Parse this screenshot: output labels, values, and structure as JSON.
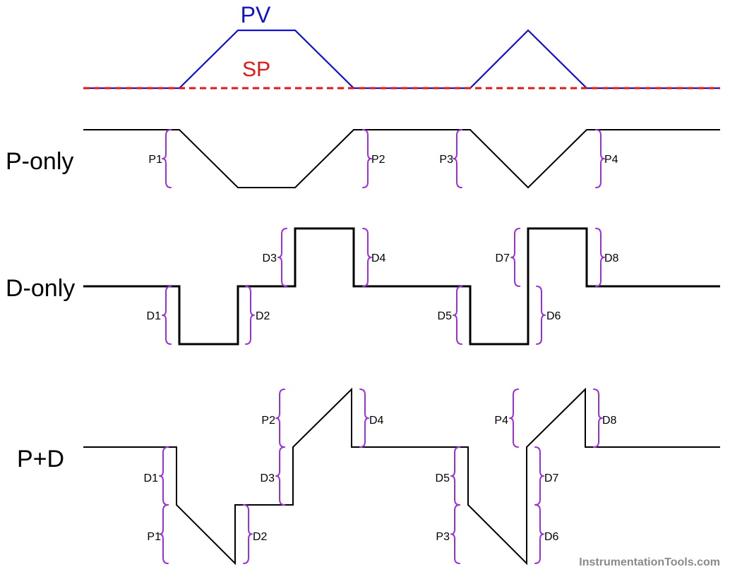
{
  "colors": {
    "pv": "#1010d0",
    "sp": "#e01818",
    "trace": "#000000",
    "brace": "#9b30d9",
    "watermark": "#8a8a8a"
  },
  "signals": {
    "pv_label": "PV",
    "sp_label": "SP"
  },
  "rows": [
    {
      "key": "p-only",
      "label": "P-only",
      "braces": [
        {
          "label": "P1"
        },
        {
          "label": "P2"
        },
        {
          "label": "P3"
        },
        {
          "label": "P4"
        }
      ]
    },
    {
      "key": "d-only",
      "label": "D-only",
      "braces": [
        {
          "label": "D1"
        },
        {
          "label": "D2"
        },
        {
          "label": "D3"
        },
        {
          "label": "D4"
        },
        {
          "label": "D5"
        },
        {
          "label": "D6"
        },
        {
          "label": "D7"
        },
        {
          "label": "D8"
        }
      ]
    },
    {
      "key": "p-plus-d",
      "label": "P+D",
      "braces": [
        {
          "label": "D1"
        },
        {
          "label": "P1"
        },
        {
          "label": "D2"
        },
        {
          "label": "D3"
        },
        {
          "label": "P2"
        },
        {
          "label": "D4"
        },
        {
          "label": "D5"
        },
        {
          "label": "P3"
        },
        {
          "label": "D6"
        },
        {
          "label": "D7"
        },
        {
          "label": "P4"
        },
        {
          "label": "D8"
        }
      ]
    }
  ],
  "watermark": "InstrumentationTools.com"
}
